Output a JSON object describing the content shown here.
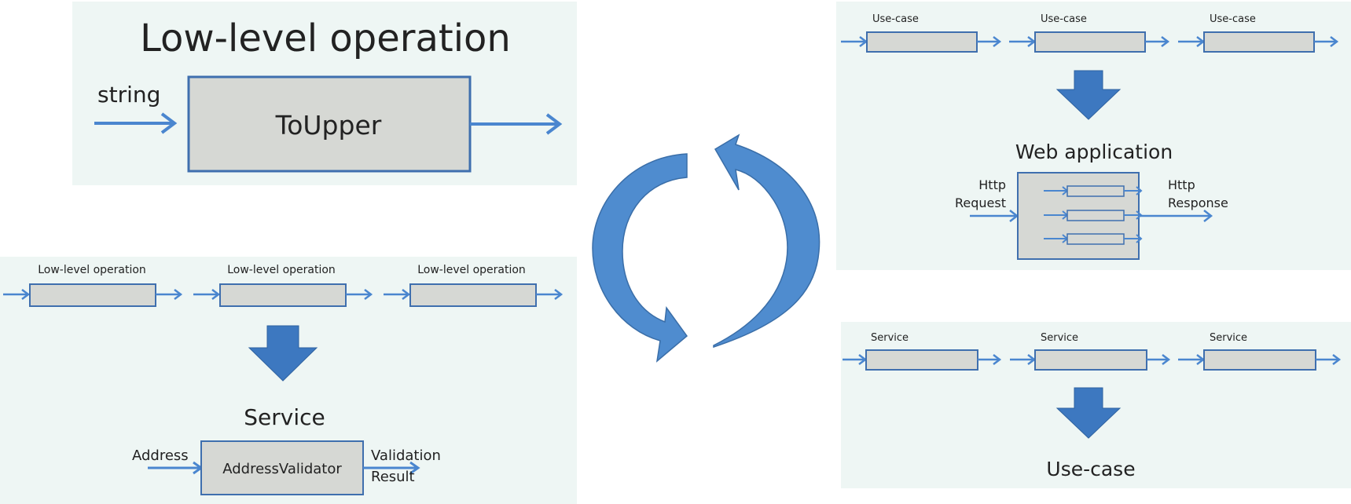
{
  "colors": {
    "panel_bg": "#eef6f4",
    "box_fill": "#d6d8d4",
    "box_stroke": "#3f6fae",
    "arrow": "#4a86cf",
    "big_arrow": "#3d78c0",
    "cycle_arrow": "#4f8ccf"
  },
  "icons": [
    "right-arrow-icon",
    "down-arrow-icon",
    "cycle-arrow-icon"
  ],
  "panel_low_level": {
    "title": "Low-level operation",
    "input_label": "string",
    "box_label": "ToUpper"
  },
  "panel_service": {
    "step_labels": [
      "Low-level operation",
      "Low-level operation",
      "Low-level operation"
    ],
    "result_title": "Service",
    "input_label": "Address",
    "box_label": "AddressValidator",
    "output_label_line1": "Validation",
    "output_label_line2": "Result"
  },
  "panel_web_app": {
    "step_labels": [
      "Use-case",
      "Use-case",
      "Use-case"
    ],
    "result_title": "Web application",
    "input_label_line1": "Http",
    "input_label_line2": "Request",
    "output_label_line1": "Http",
    "output_label_line2": "Response"
  },
  "panel_use_case": {
    "step_labels": [
      "Service",
      "Service",
      "Service"
    ],
    "result_title": "Use-case"
  }
}
